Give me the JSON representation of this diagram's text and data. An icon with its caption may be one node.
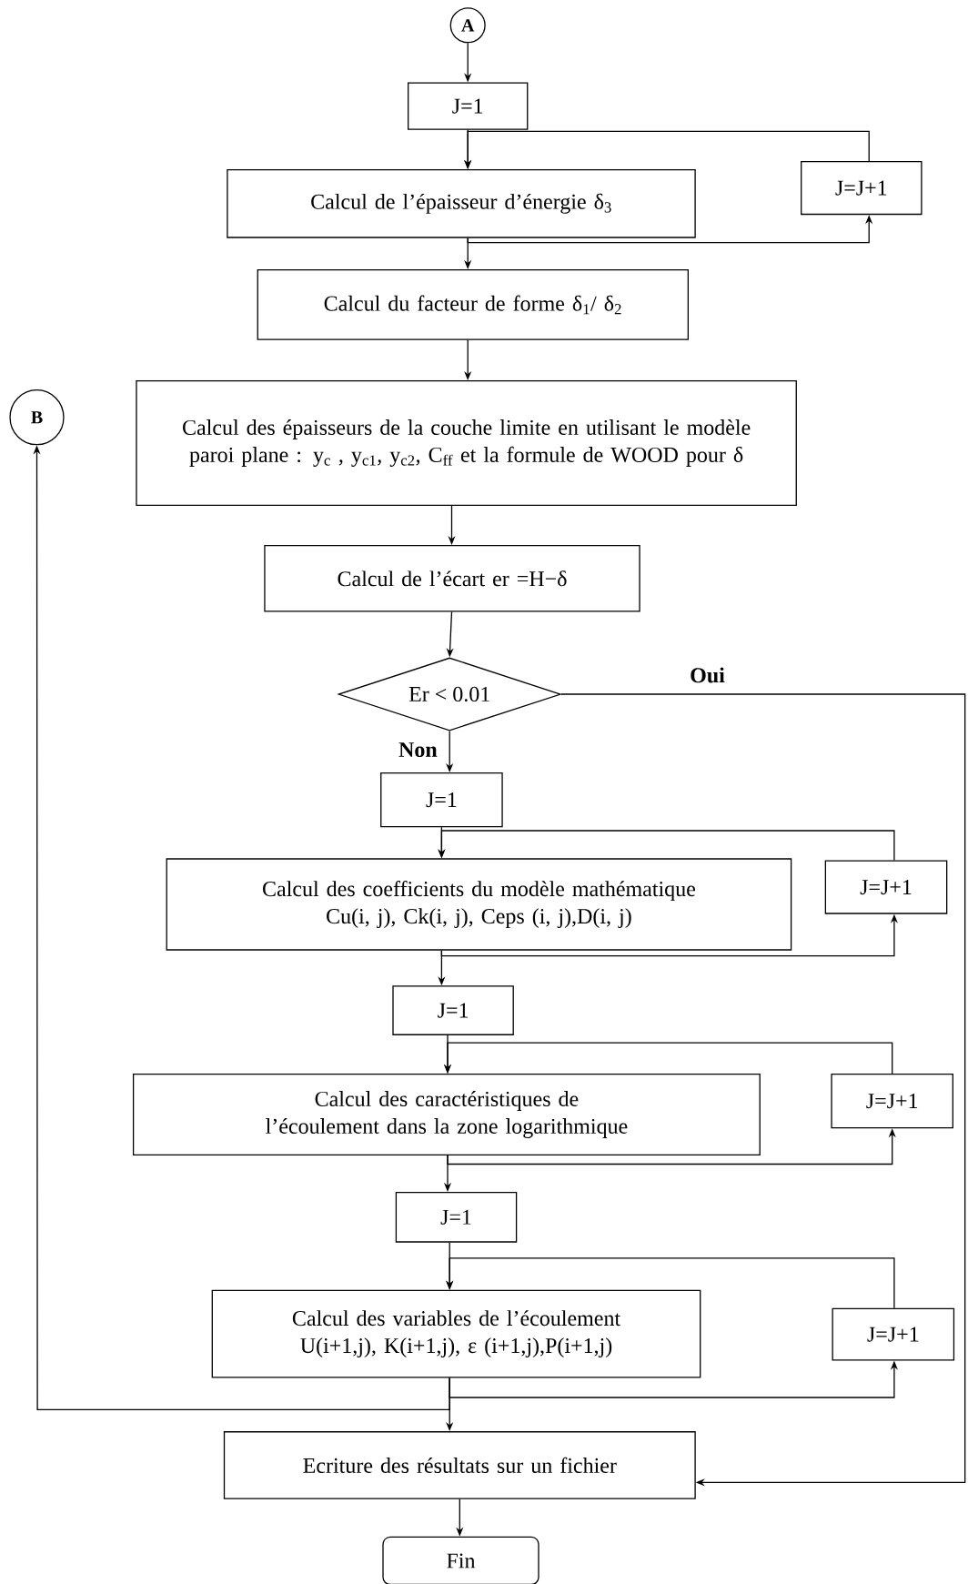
{
  "diagram": {
    "nodes": [
      {
        "text": [
          "A"
        ]
      },
      {
        "text": [
          "J=1"
        ]
      },
      {
        "text": [
          "Calcul de l’épaisseur d’énergie δ$_{3}$"
        ]
      },
      {
        "text": [
          "J=J+1"
        ]
      },
      {
        "text": [
          "Calcul  du facteur de forme δ$_{1}$/ δ$_{2}$"
        ]
      },
      {
        "text": [
          "B"
        ]
      },
      {
        "text": [
          "Calcul des épaisseurs de la couche limite en utilisant le modèle paroi plane : y$_{c}$ , y$_{c1}$, y$_{c2}$, C$_{ff}$ et la formule de WOOD pour δ"
        ]
      },
      {
        "text": [
          "Calcul de l’écart  er =H−δ"
        ]
      },
      {
        "text": [
          "Er < 0.01"
        ]
      },
      {
        "text": [
          "J=1"
        ]
      },
      {
        "text": [
          "Calcul des coefficients du modèle mathématique Cu(i, j), Ck(i, j), Ceps (i, j),D(i, j)"
        ]
      },
      {
        "text": [
          "J=J+1"
        ]
      },
      {
        "text": [
          "J=1"
        ]
      },
      {
        "text": [
          "Calcul des caractéristiques de l’écoulement dans la zone logarithmique"
        ]
      },
      {
        "text": [
          "J=J+1"
        ]
      },
      {
        "text": [
          "J=1"
        ]
      },
      {
        "text": [
          "Calcul des variables de l’écoulement U(i+1,j), K(i+1,j), ε (i+1,j),P(i+1,j)"
        ]
      },
      {
        "text": [
          "J=J+1"
        ]
      },
      {
        "text": [
          "Ecriture  des résultats sur un fichier"
        ]
      },
      {
        "text": [
          "Fin"
        ]
      }
    ],
    "edges": [
      {
        "from": 0,
        "to": 1,
        "arrow": "to"
      },
      {
        "from": 1,
        "to": 2,
        "arrow": "to"
      },
      {
        "from": 2,
        "to": 3,
        "arrow": "to"
      },
      {
        "from": 3,
        "to": 2,
        "arrow": "to"
      },
      {
        "from": 2,
        "to": 4,
        "arrow": "to"
      },
      {
        "from": 4,
        "to": 6,
        "arrow": "to"
      },
      {
        "from": 6,
        "to": 7,
        "arrow": "to"
      },
      {
        "from": 7,
        "to": 8,
        "arrow": "to"
      },
      {
        "from": 8,
        "to": 9,
        "arrow": "to",
        "label": "Non"
      },
      {
        "from": 8,
        "to": 18,
        "arrow": "to",
        "label": "Oui"
      },
      {
        "from": 9,
        "to": 10,
        "arrow": "to"
      },
      {
        "from": 10,
        "to": 11,
        "arrow": "to"
      },
      {
        "from": 11,
        "to": 10,
        "arrow": "to"
      },
      {
        "from": 10,
        "to": 12,
        "arrow": "to"
      },
      {
        "from": 12,
        "to": 13,
        "arrow": "to"
      },
      {
        "from": 13,
        "to": 14,
        "arrow": "to"
      },
      {
        "from": 14,
        "to": 13,
        "arrow": "to"
      },
      {
        "from": 13,
        "to": 15,
        "arrow": "to"
      },
      {
        "from": 15,
        "to": 16,
        "arrow": "to"
      },
      {
        "from": 16,
        "to": 17,
        "arrow": "to"
      },
      {
        "from": 17,
        "to": 16,
        "arrow": "to"
      },
      {
        "from": 16,
        "to": 18,
        "arrow": "to"
      },
      {
        "from": 16,
        "to": 5,
        "arrow": "to"
      },
      {
        "from": 18,
        "to": 19,
        "arrow": "to"
      }
    ]
  }
}
